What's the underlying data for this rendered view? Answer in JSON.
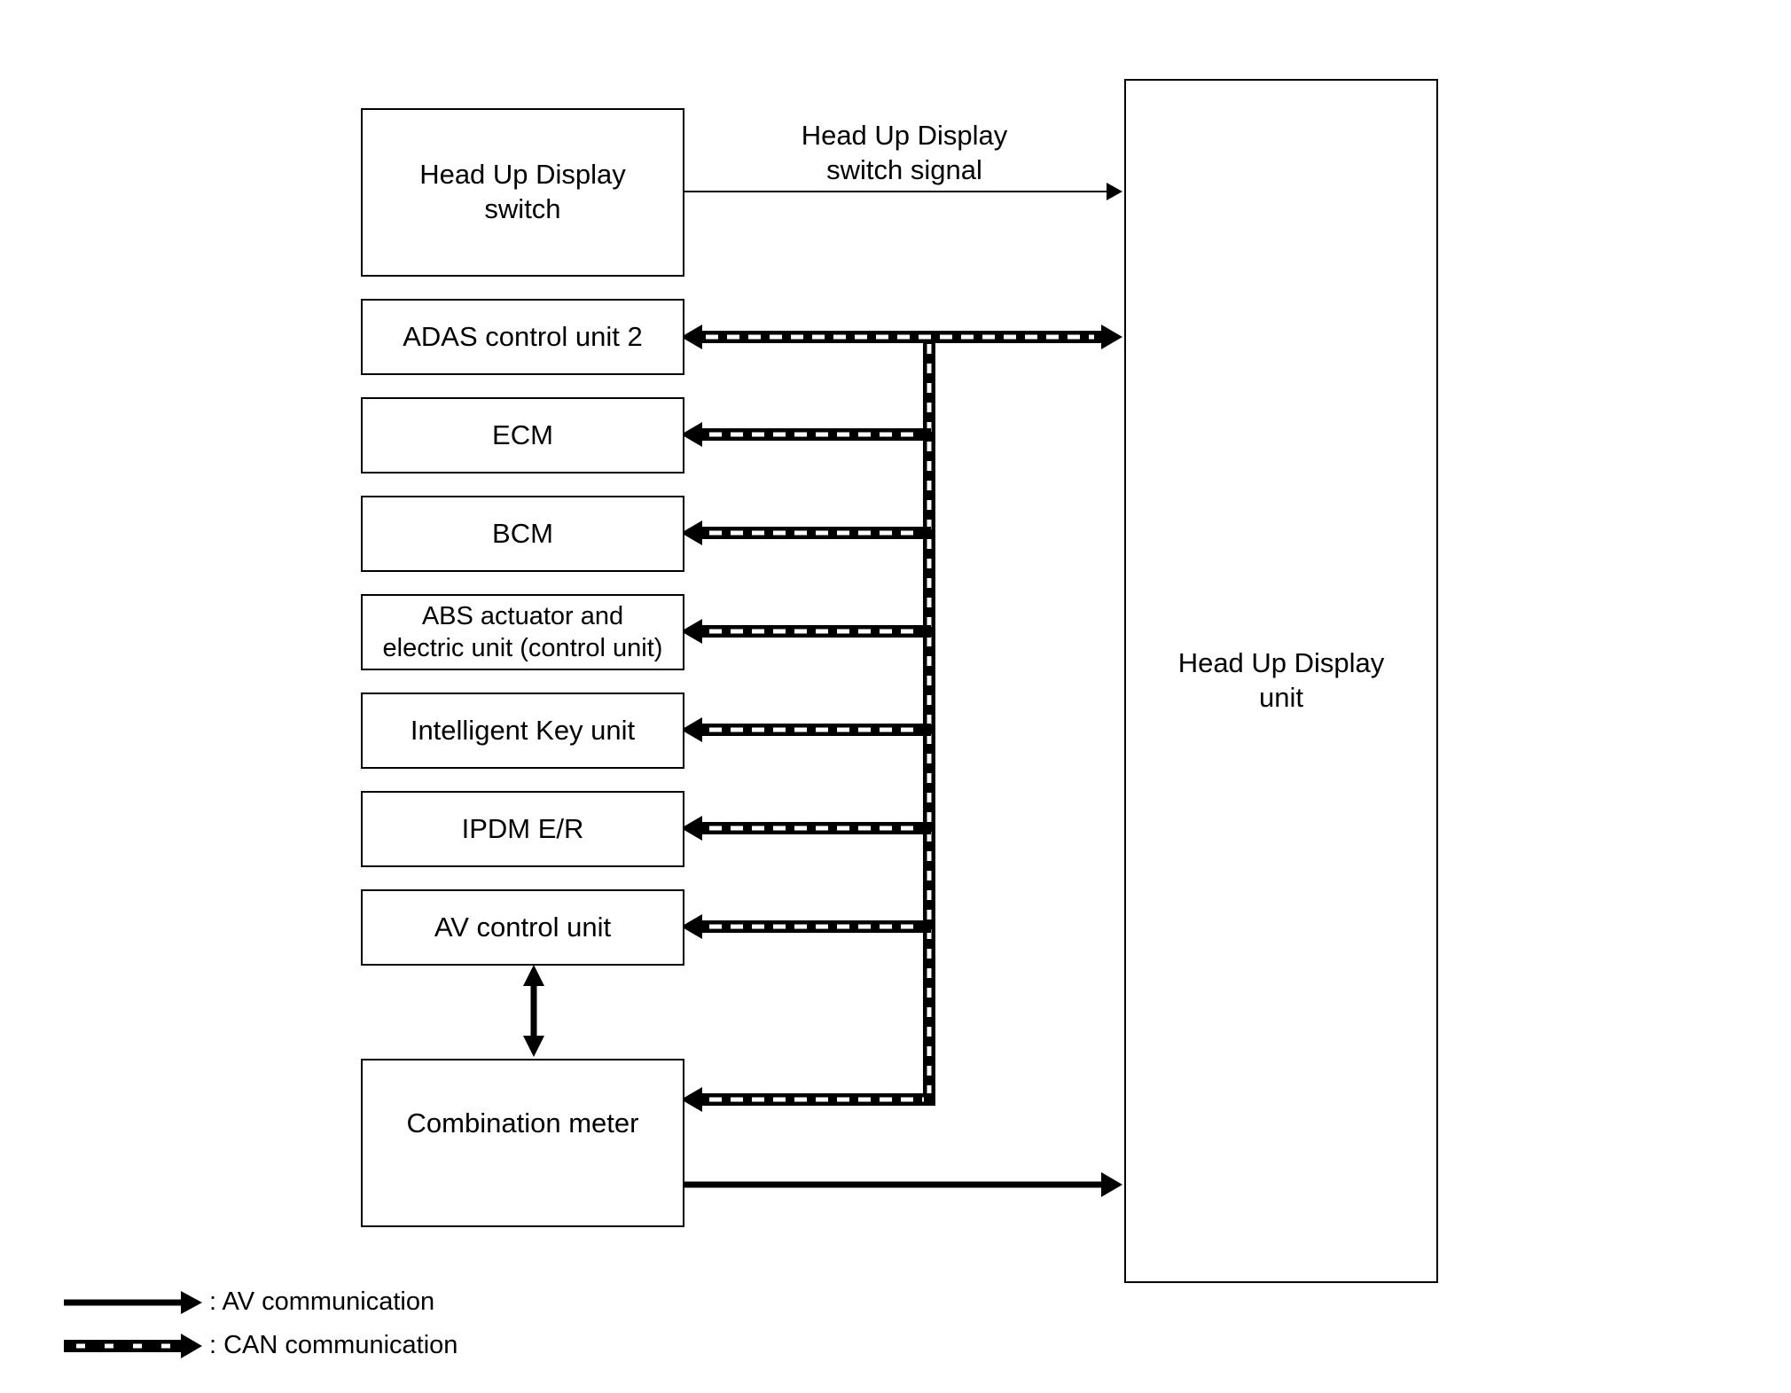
{
  "diagram": {
    "hud_switch": "Head Up Display\nswitch",
    "switch_signal": "Head Up Display\nswitch signal",
    "hud_unit": "Head Up Display\nunit",
    "modules": [
      {
        "id": "adas",
        "label": "ADAS control unit 2"
      },
      {
        "id": "ecm",
        "label": "ECM"
      },
      {
        "id": "bcm",
        "label": "BCM"
      },
      {
        "id": "abs",
        "label": "ABS actuator and\nelectric unit (control unit)"
      },
      {
        "id": "ikey",
        "label": "Intelligent Key unit"
      },
      {
        "id": "ipdm",
        "label": "IPDM E/R"
      },
      {
        "id": "av",
        "label": "AV control unit"
      }
    ],
    "combination_meter": "Combination meter"
  },
  "legend": {
    "av": ": AV communication",
    "can": ": CAN communication"
  }
}
